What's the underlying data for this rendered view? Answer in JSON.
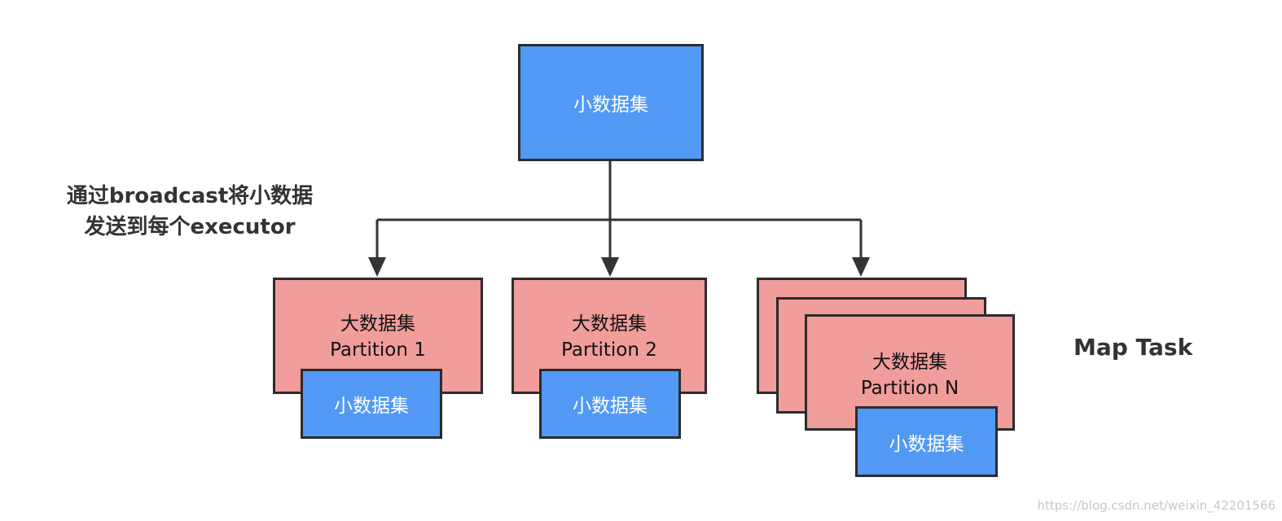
{
  "top_node": {
    "label": "小数据集"
  },
  "annotation": {
    "line1": "通过broadcast将小数据",
    "line2": "发送到每个executor"
  },
  "partitions": [
    {
      "title": "大数据集",
      "partition": "Partition 1",
      "small_label": "小数据集"
    },
    {
      "title": "大数据集",
      "partition": "Partition 2",
      "small_label": "小数据集"
    },
    {
      "title": "大数据集",
      "partition": "Partition N",
      "small_label": "小数据集"
    }
  ],
  "side_label": "Map Task",
  "watermark": "https://blog.csdn.net/weixin_42201566",
  "colors": {
    "small_dataset_fill": "#5199f5",
    "large_dataset_fill": "#f19d9b",
    "stroke": "#2b2b2b"
  }
}
